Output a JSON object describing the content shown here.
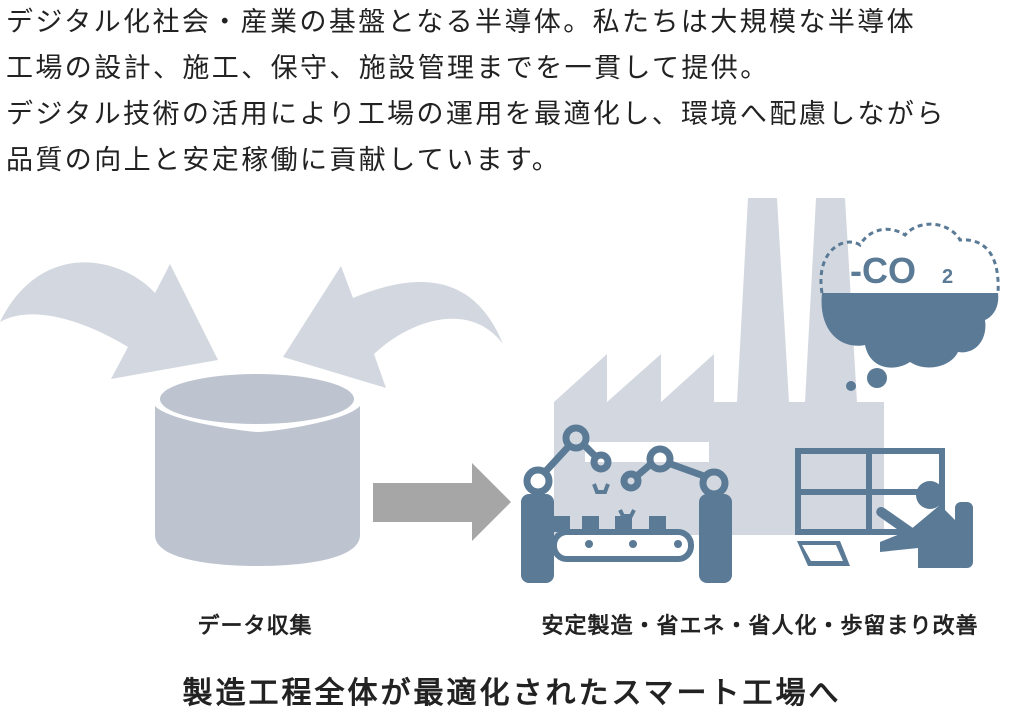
{
  "intro": {
    "lines": [
      "デジタル化社会・産業の基盤となる半導体。私たちは大規模な半導体",
      "工場の設計、施工、保守、施設管理までを一貫して提供。",
      "デジタル技術の活用により工場の運用を最適化し、環境へ配慮しながら",
      "品質の向上と安定稼働に貢献しています。"
    ]
  },
  "diagram": {
    "co2_label": "-CO",
    "co2_subscript": "2",
    "left_label": "データ収集",
    "right_label": "安定製造・省エネ・省人化・歩留まり改善",
    "colors": {
      "light": "#d3d8e0",
      "cylinder": "#bdc4d0",
      "dark": "#5a7a96",
      "arrow": "#a6a6a6"
    }
  },
  "footer": {
    "title": "製造工程全体が最適化されたスマート工場へ"
  }
}
